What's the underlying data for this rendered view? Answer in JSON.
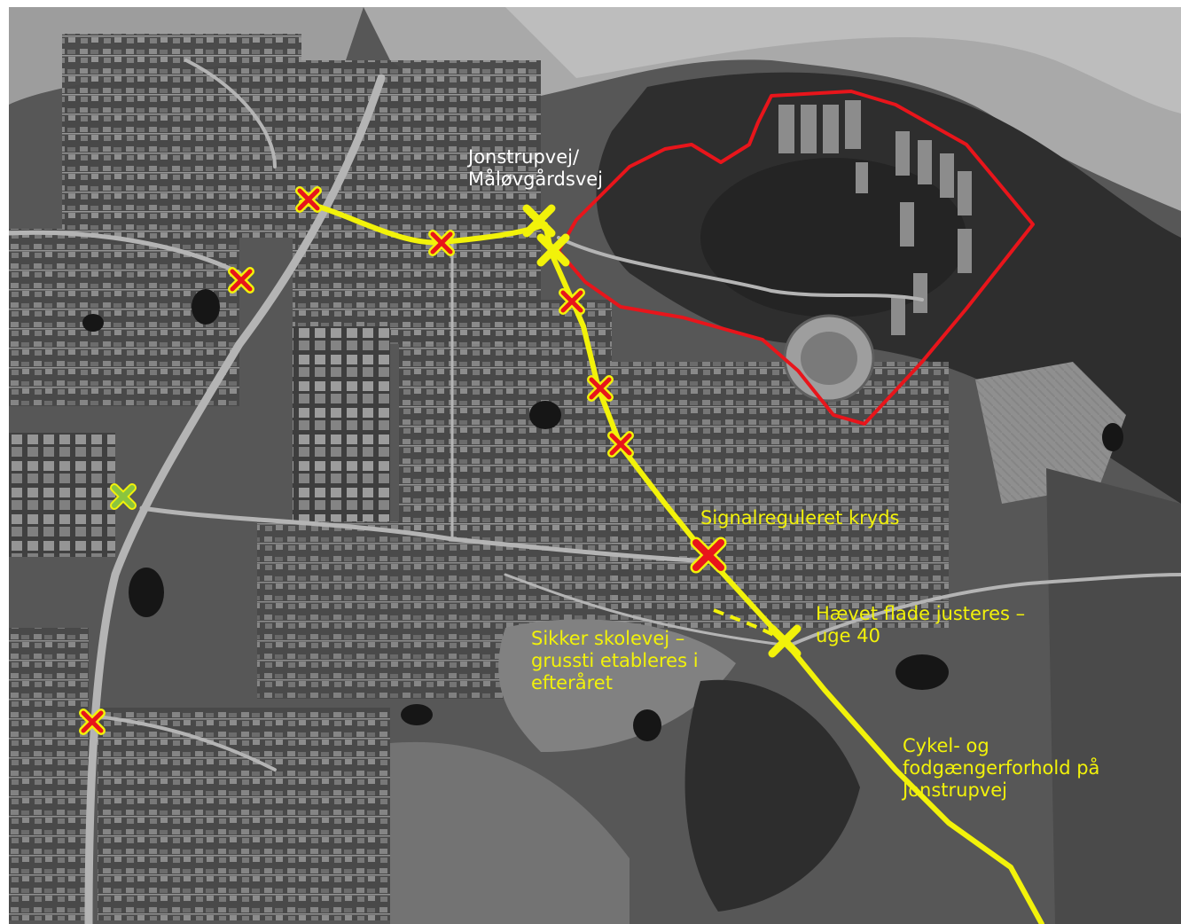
{
  "map": {
    "labels": {
      "intersection": "Jonstrupvej/\nMåløvgårdsvej",
      "signal": "Signalreguleret kryds",
      "raised": "Hævet flade justeres –\nuge 40",
      "schoolpath": "Sikker skolevej –\ngrussti etableres i\nefteråret",
      "cycle": "Cykel- og\nfodgængerforhold på\nJonstrupvej"
    },
    "colors": {
      "route": "#f2f20a",
      "area": "#e8151b",
      "marker_red": "#e8151b",
      "marker_yellow": "#f2f20a",
      "marker_green": "#8bc43f"
    },
    "icons": {
      "small_marker": "red-cross-marker-icon",
      "large_marker": "yellow-cross-marker-icon",
      "green_marker": "green-cross-marker-icon"
    }
  }
}
